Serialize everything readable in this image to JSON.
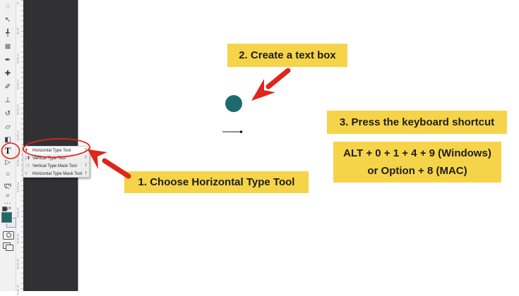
{
  "toolbar": {
    "tools": [
      {
        "name": "lasso",
        "glyph": "◌"
      },
      {
        "name": "move",
        "glyph": "↖"
      },
      {
        "name": "crop",
        "glyph": "╃"
      },
      {
        "name": "slice",
        "glyph": "⊠"
      },
      {
        "name": "eyedropper",
        "glyph": "✒"
      },
      {
        "name": "healing-brush",
        "glyph": "✚"
      },
      {
        "name": "brush",
        "glyph": "✐"
      },
      {
        "name": "clone-stamp",
        "glyph": "⊥"
      },
      {
        "name": "history-brush",
        "glyph": "↺"
      },
      {
        "name": "eraser",
        "glyph": "▱"
      },
      {
        "name": "gradient",
        "glyph": "◧"
      },
      {
        "name": "type",
        "glyph": "T"
      },
      {
        "name": "path-selection",
        "glyph": "▷"
      },
      {
        "name": "shape",
        "glyph": "○"
      },
      {
        "name": "hand",
        "glyph": "ლ"
      },
      {
        "name": "zoom",
        "glyph": "⌕"
      }
    ],
    "more_tools_glyph": "…",
    "swap_colors_glyph": "⇄",
    "foreground_color": "#1B6B6E",
    "background_color": "#E9ECF8"
  },
  "ruler": {
    "labels": [
      "0",
      "50",
      "100",
      "150",
      "200",
      "250",
      "300",
      "350",
      "400",
      "450",
      "500",
      "550"
    ]
  },
  "type_tool_menu": {
    "items": [
      {
        "icon": "T",
        "label": "Horizontal Type Tool",
        "shortcut": "T"
      },
      {
        "icon": "↓T",
        "label": "Vertical Type Tool",
        "shortcut": "T"
      },
      {
        "icon": "↓T",
        "label": "Vertical Type Mask Tool",
        "shortcut": "T"
      },
      {
        "icon": "T",
        "label": "Horizontal Type Mask Tool",
        "shortcut": "T"
      }
    ]
  },
  "annotations": {
    "step1_label": "1. Choose Horizontal Type Tool",
    "step2_label": "2. Create a text box",
    "step3_label": "3. Press the keyboard shortcut",
    "shortcut_line1": "ALT + 0 + 1 + 4 + 9 (Windows)",
    "shortcut_line2": "or Option + 8 (MAC)",
    "highlight_color": "#F6D44A",
    "arrow_color": "#E0251B",
    "text_color": "#1D1D1D"
  },
  "canvas": {
    "dot_color": "#1B6B6E"
  }
}
